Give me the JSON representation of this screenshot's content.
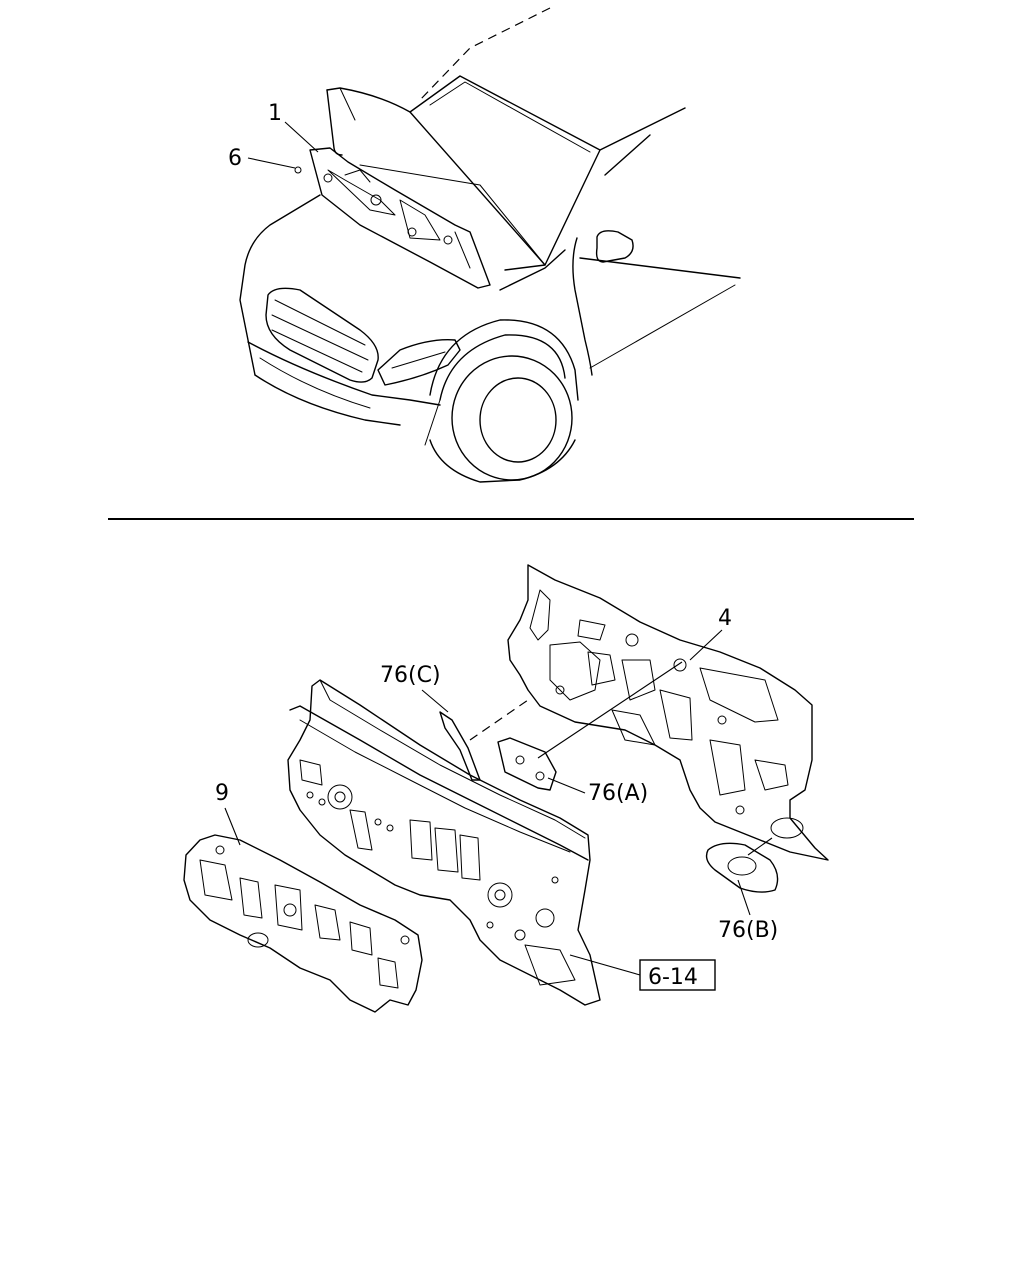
{
  "callouts": {
    "hood_insulator": "1",
    "clip": "6",
    "dash_panel_insulator": "4",
    "dash_insulator_front": "9",
    "plug_a": "76(A)",
    "plug_b": "76(B)",
    "plug_c": "76(C)",
    "page_reference": "6-14"
  }
}
